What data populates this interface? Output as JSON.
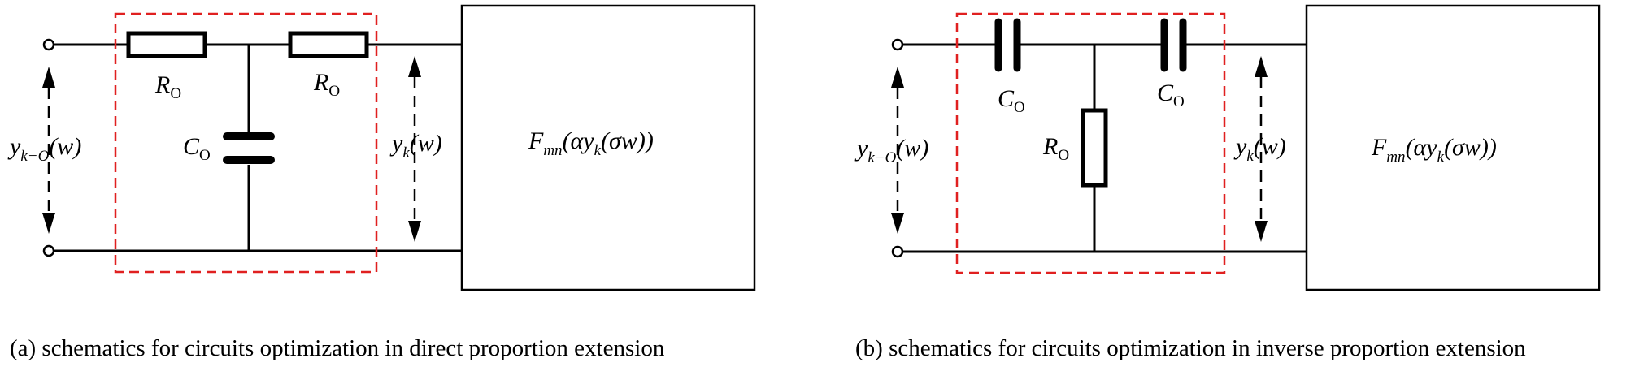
{
  "colors": {
    "line": "#000000",
    "highlight_box": "#e02020",
    "background": "#ffffff"
  },
  "panels": [
    {
      "id": "a",
      "caption": "(a) schematics for circuits optimization in direct proportion extension",
      "left_signal": {
        "main": "y",
        "sub": "k−O",
        "rest": "(w)"
      },
      "right_signal": {
        "main": "y",
        "sub": "k",
        "rest": "(w)"
      },
      "block": {
        "main": "F",
        "sub": "mn",
        "open": "(αy",
        "sub2": "k",
        "close": "(σw))"
      },
      "series_elements": [
        {
          "main": "R",
          "sub": "O"
        },
        {
          "main": "R",
          "sub": "O"
        }
      ],
      "shunt_element": {
        "main": "C",
        "sub": "O"
      }
    },
    {
      "id": "b",
      "caption": "(b) schematics for circuits optimization in inverse proportion extension",
      "left_signal": {
        "main": "y",
        "sub": "k−O",
        "rest": "(w)"
      },
      "right_signal": {
        "main": "y",
        "sub": "k",
        "rest": "(w)"
      },
      "block": {
        "main": "F",
        "sub": "mn",
        "open": "(αy",
        "sub2": "k",
        "close": "(σw))"
      },
      "series_elements": [
        {
          "main": "C",
          "sub": "O"
        },
        {
          "main": "C",
          "sub": "O"
        }
      ],
      "shunt_element": {
        "main": "R",
        "sub": "O"
      }
    }
  ]
}
